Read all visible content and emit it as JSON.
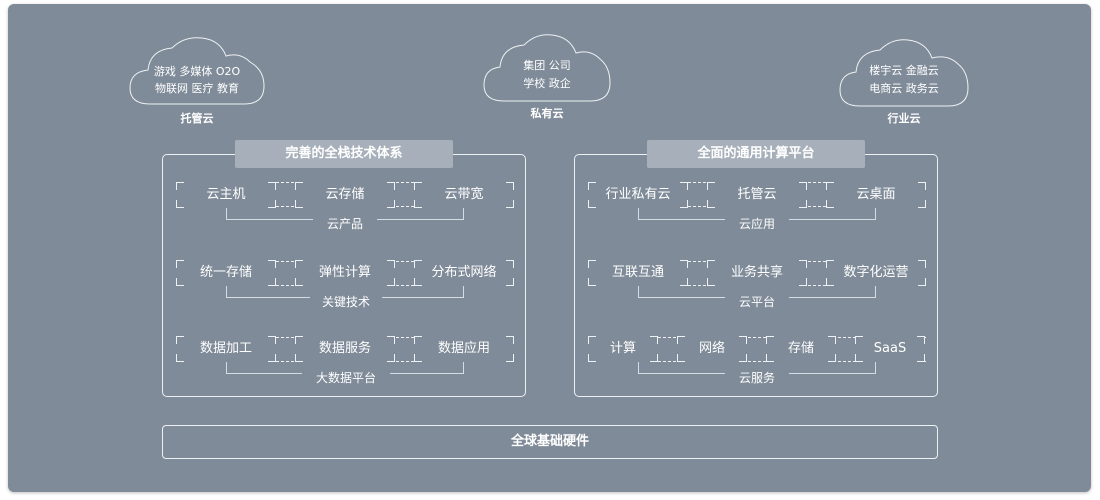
{
  "clouds": [
    {
      "id": "hosted",
      "lines": [
        "游戏  多媒体  O2O",
        "物联网  医疗  教育"
      ],
      "caption": "托管云"
    },
    {
      "id": "private",
      "lines": [
        "集团  公司",
        "学校  政企"
      ],
      "caption": "私有云"
    },
    {
      "id": "industry",
      "lines": [
        "楼宇云  金融云",
        "电商云  政务云"
      ],
      "caption": "行业云"
    }
  ],
  "panels": [
    {
      "title": "完善的全栈技术体系",
      "groups": [
        {
          "items": [
            "云主机",
            "云存储",
            "云带宽"
          ],
          "label": "云产品"
        },
        {
          "items": [
            "统一存储",
            "弹性计算",
            "分布式网络"
          ],
          "label": "关键技术"
        },
        {
          "items": [
            "数据加工",
            "数据服务",
            "数据应用"
          ],
          "label": "大数据平台"
        }
      ]
    },
    {
      "title": "全面的通用计算平台",
      "groups": [
        {
          "items": [
            "行业私有云",
            "托管云",
            "云桌面"
          ],
          "label": "云应用"
        },
        {
          "items": [
            "互联互通",
            "业务共享",
            "数字化运营"
          ],
          "label": "云平台"
        },
        {
          "items": [
            "计算",
            "网络",
            "存储",
            "SaaS"
          ],
          "label": "云服务"
        }
      ]
    }
  ],
  "foundation": {
    "label": "全球基础硬件"
  },
  "colors": {
    "background": "#7f8b98",
    "title_bar": "#a7b0ba",
    "line": "#eef1f4",
    "text": "#ffffff"
  }
}
